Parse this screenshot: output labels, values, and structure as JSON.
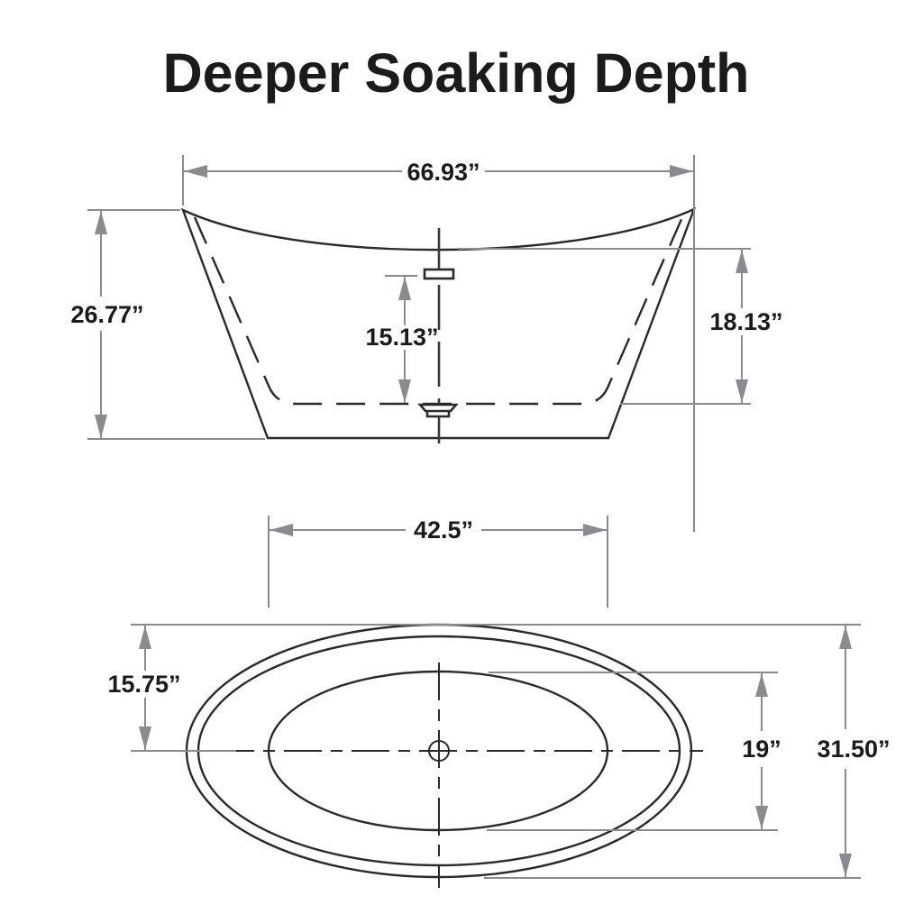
{
  "title": "Deeper Soaking Depth",
  "unit_symbol": "”",
  "colors": {
    "background": "#ffffff",
    "drawing_line": "#2a2a2c",
    "dimension_line": "#898b8e",
    "text": "#1b1b1b"
  },
  "views": {
    "side": {
      "name": "side elevation of bathtub",
      "dimensions": {
        "overall_length": {
          "text": "66.93”",
          "value": 66.93,
          "unit": "in"
        },
        "overall_height": {
          "text": "26.77”",
          "value": 26.77,
          "unit": "in"
        },
        "soaking_depth": {
          "text": "15.13”",
          "value": 15.13,
          "unit": "in"
        },
        "interior_depth": {
          "text": "18.13”",
          "value": 18.13,
          "unit": "in"
        },
        "basin_floor_length": {
          "text": "42.5”",
          "value": 42.5,
          "unit": "in"
        }
      }
    },
    "top": {
      "name": "top plan of bathtub",
      "dimensions": {
        "half_width": {
          "text": "15.75”",
          "value": 15.75,
          "unit": "in"
        },
        "interior_width": {
          "text": "19”",
          "value": 19,
          "unit": "in"
        },
        "overall_width": {
          "text": "31.50”",
          "value": 31.5,
          "unit": "in"
        }
      }
    }
  }
}
